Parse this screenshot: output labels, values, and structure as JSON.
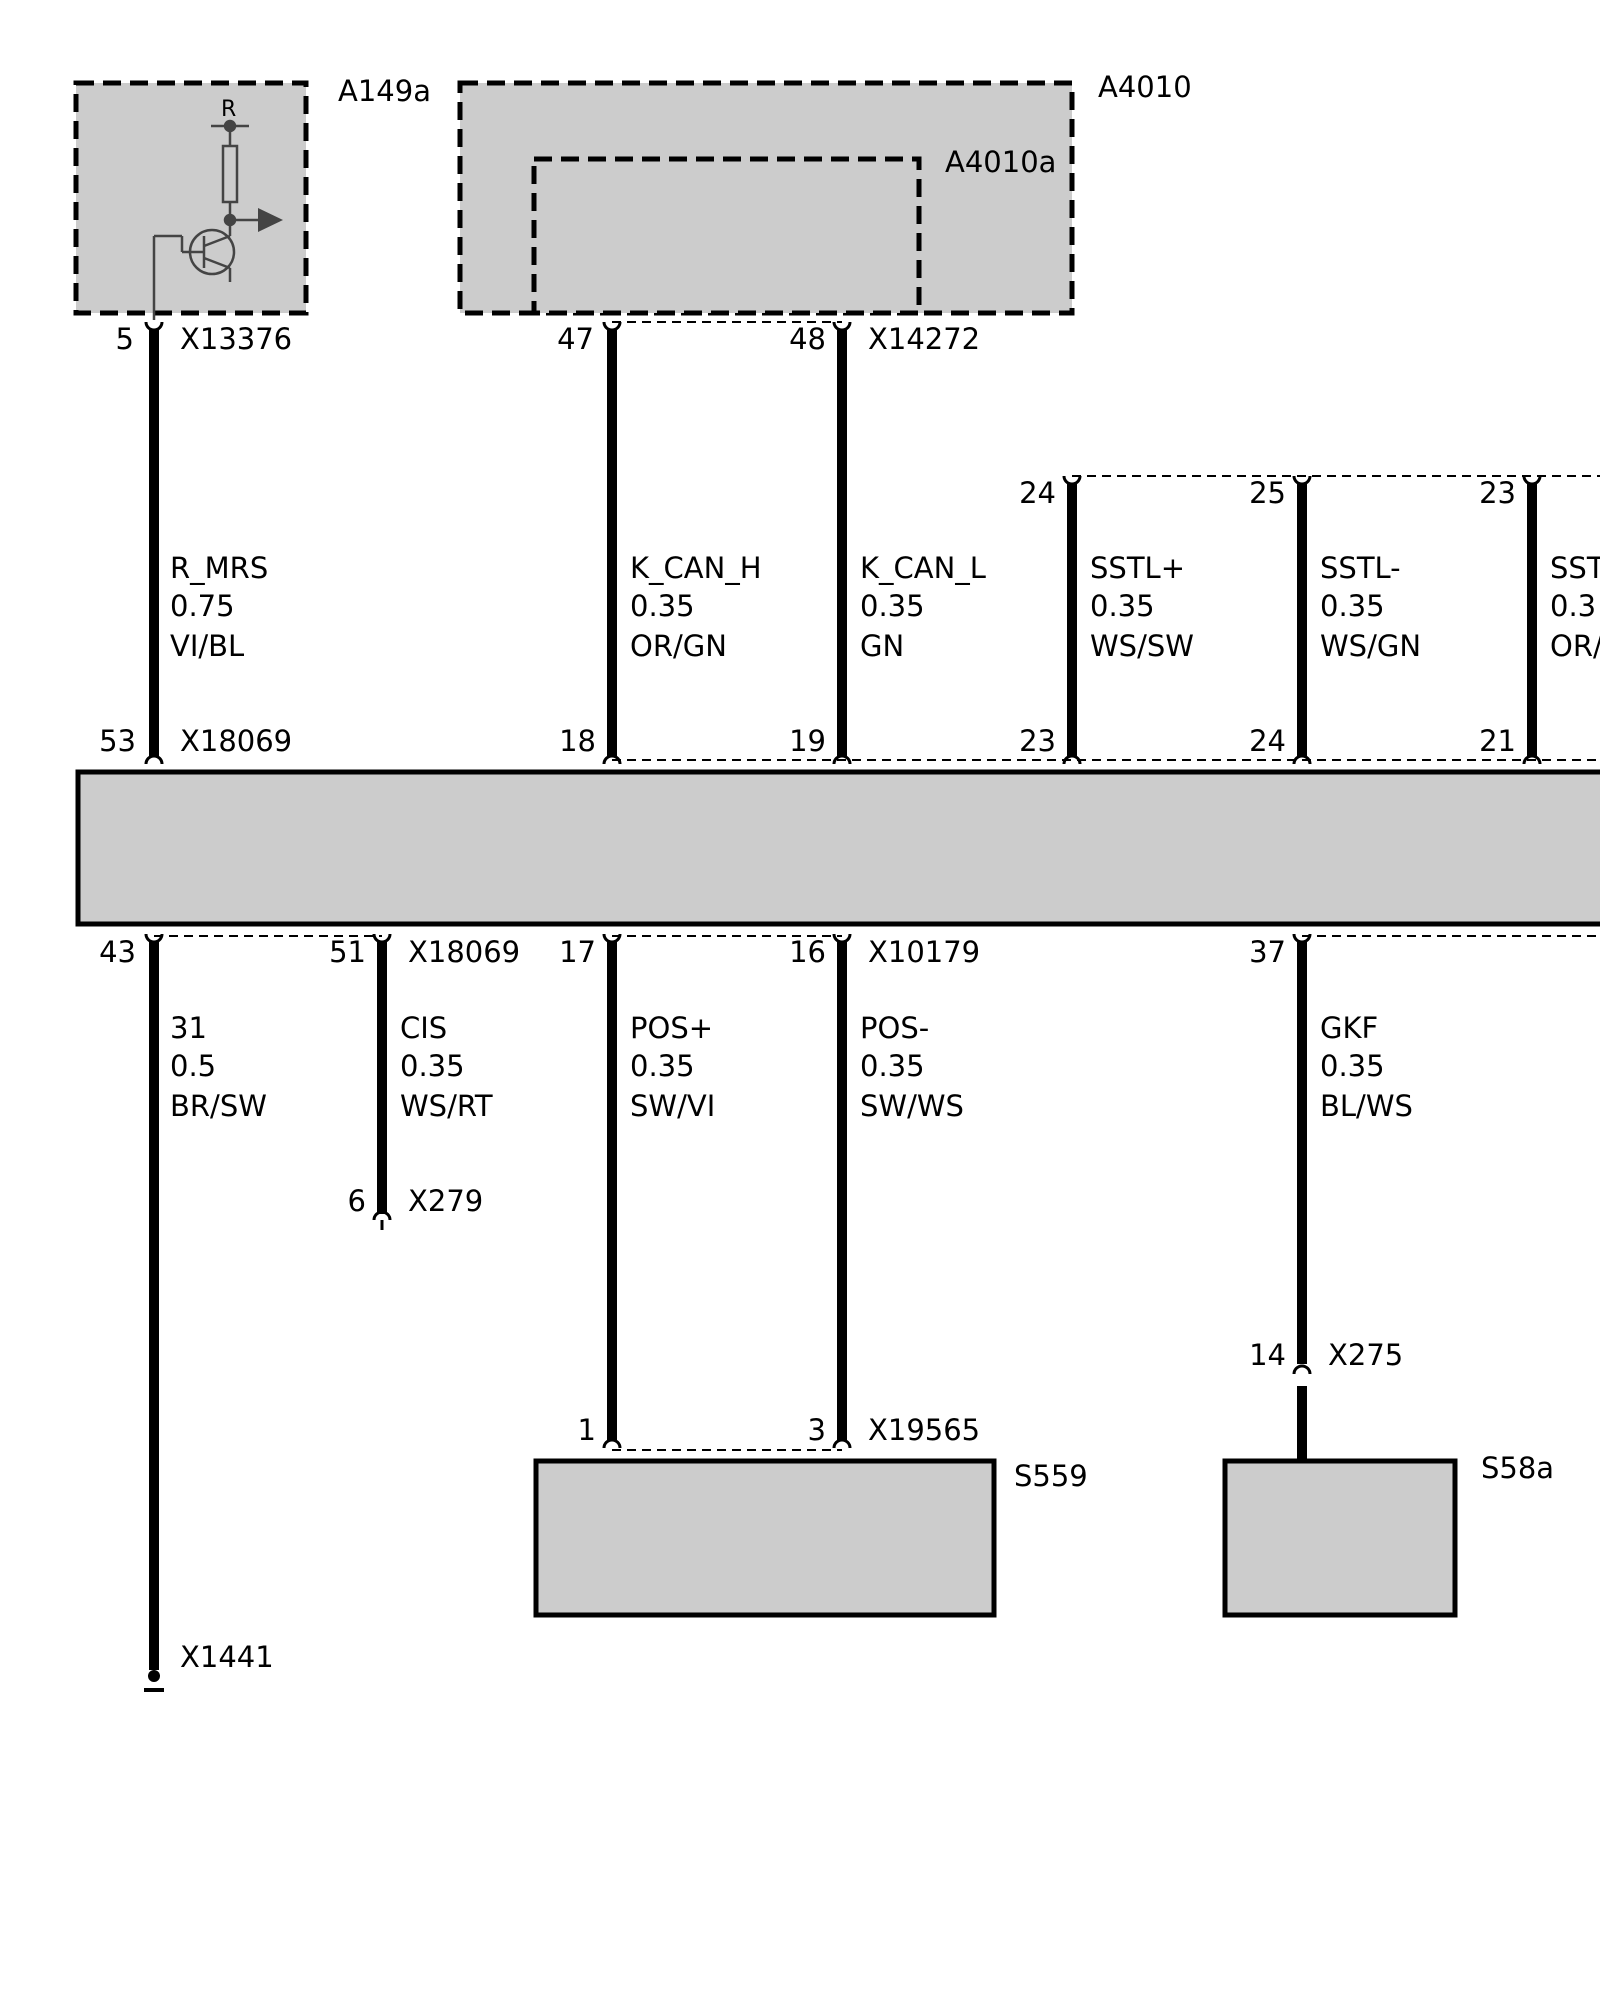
{
  "modules": {
    "a149a": "A149a",
    "a149a_symbol": "R",
    "a4010": "A4010",
    "a4010a": "A4010a",
    "s559": "S559",
    "s58a": "S58a"
  },
  "connectors": {
    "x13376": "X13376",
    "x14272": "X14272",
    "x18069_top": "X18069",
    "x18069_bottom": "X18069",
    "x10179": "X10179",
    "x279": "X279",
    "x275": "X275",
    "x19565": "X19565",
    "x1441": "X1441"
  },
  "pins": {
    "p5": "5",
    "p47": "47",
    "p48": "48",
    "p24_top": "24",
    "p25_top": "25",
    "p23_top": "23",
    "p53": "53",
    "p18": "18",
    "p19": "19",
    "p23_mid": "23",
    "p24_mid": "24",
    "p21": "21",
    "p43": "43",
    "p51": "51",
    "p17": "17",
    "p16": "16",
    "p37": "37",
    "p6": "6",
    "p14": "14",
    "p1": "1",
    "p3": "3"
  },
  "wires": {
    "r_mrs": {
      "name": "R_MRS",
      "gauge": "0.75",
      "color": "VI/BL"
    },
    "k_can_h": {
      "name": "K_CAN_H",
      "gauge": "0.35",
      "color": "OR/GN"
    },
    "k_can_l": {
      "name": "K_CAN_L",
      "gauge": "0.35",
      "color": "GN"
    },
    "sstl_plus": {
      "name": "SSTL+",
      "gauge": "0.35",
      "color": "WS/SW"
    },
    "sstl_minus": {
      "name": "SSTL-",
      "gauge": "0.35",
      "color": "WS/GN"
    },
    "sstl_3": {
      "name": "SST",
      "gauge": "0.3",
      "color": "OR/"
    },
    "w31": {
      "name": "31",
      "gauge": "0.5",
      "color": "BR/SW"
    },
    "cis": {
      "name": "CIS",
      "gauge": "0.35",
      "color": "WS/RT"
    },
    "pos_plus": {
      "name": "POS+",
      "gauge": "0.35",
      "color": "SW/VI"
    },
    "pos_minus": {
      "name": "POS-",
      "gauge": "0.35",
      "color": "SW/WS"
    },
    "gkf": {
      "name": "GKF",
      "gauge": "0.35",
      "color": "BL/WS"
    }
  },
  "colors": {
    "module_fill": "#cccccc",
    "line": "#000000",
    "background": "#ffffff"
  }
}
